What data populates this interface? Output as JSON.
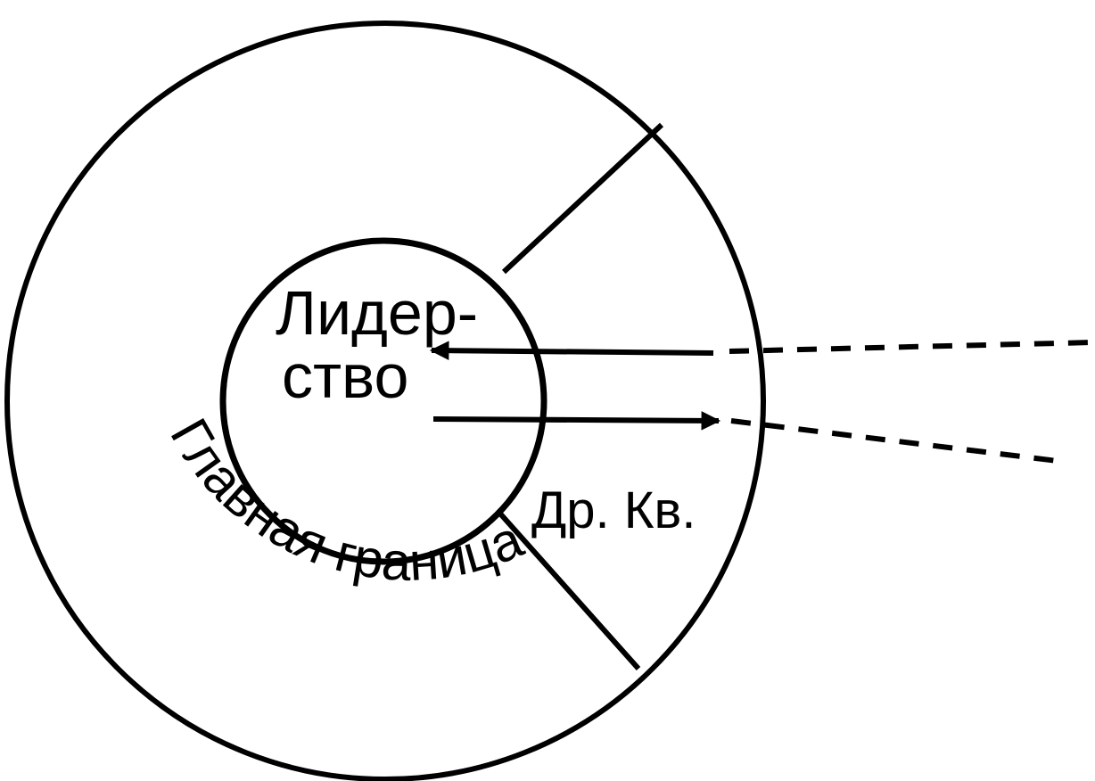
{
  "diagram": {
    "center_label_line1": "Лидер-",
    "center_label_line2": "ство",
    "boundary_label": "Главная граница",
    "sector_label": "Др. Кв."
  },
  "colors": {
    "ink": "#000000",
    "background": "#ffffff"
  }
}
